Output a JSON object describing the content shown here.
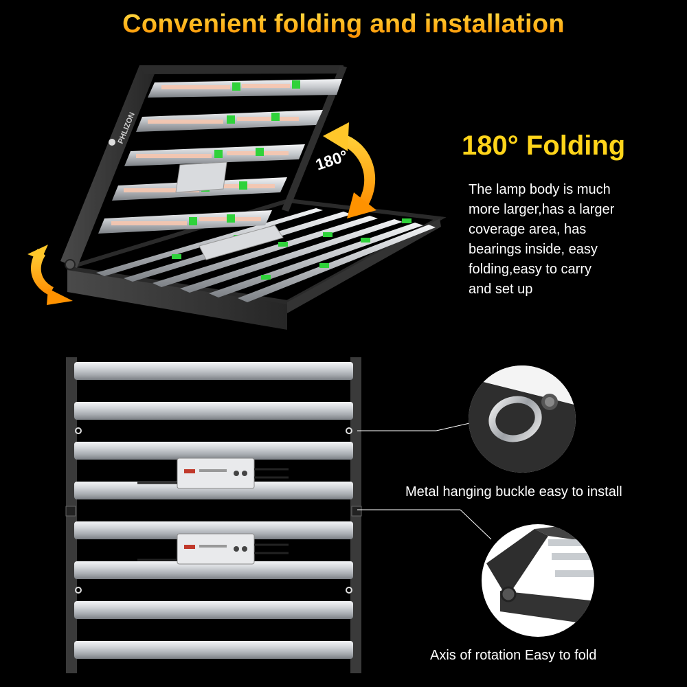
{
  "header": {
    "title": "Convenient folding and installation"
  },
  "folding": {
    "heading": "180° Folding",
    "angle_label": "180°",
    "body_lines": [
      "The lamp body is much",
      "more larger,has a larger",
      "coverage area, has",
      "bearings inside, easy",
      "folding,easy to carry",
      "and set up"
    ]
  },
  "callouts": {
    "hanging_buckle": "Metal hanging buckle easy to  install",
    "rotation_axis": "Axis of rotation Easy to fold"
  },
  "brand": {
    "text": "PHLIZON"
  },
  "colors": {
    "title_gradient_top": "#ffe14a",
    "title_gradient_bottom": "#ff8a00",
    "heading": "#ffd41a",
    "arrow": "#ffa31a",
    "led_green": "#2fd23a",
    "frame": "#3a3a3a",
    "bar_silver": "#c9ccd0"
  },
  "icons": [
    "curved-arrow-icon",
    "hanging-ring-icon",
    "hinge-icon"
  ]
}
